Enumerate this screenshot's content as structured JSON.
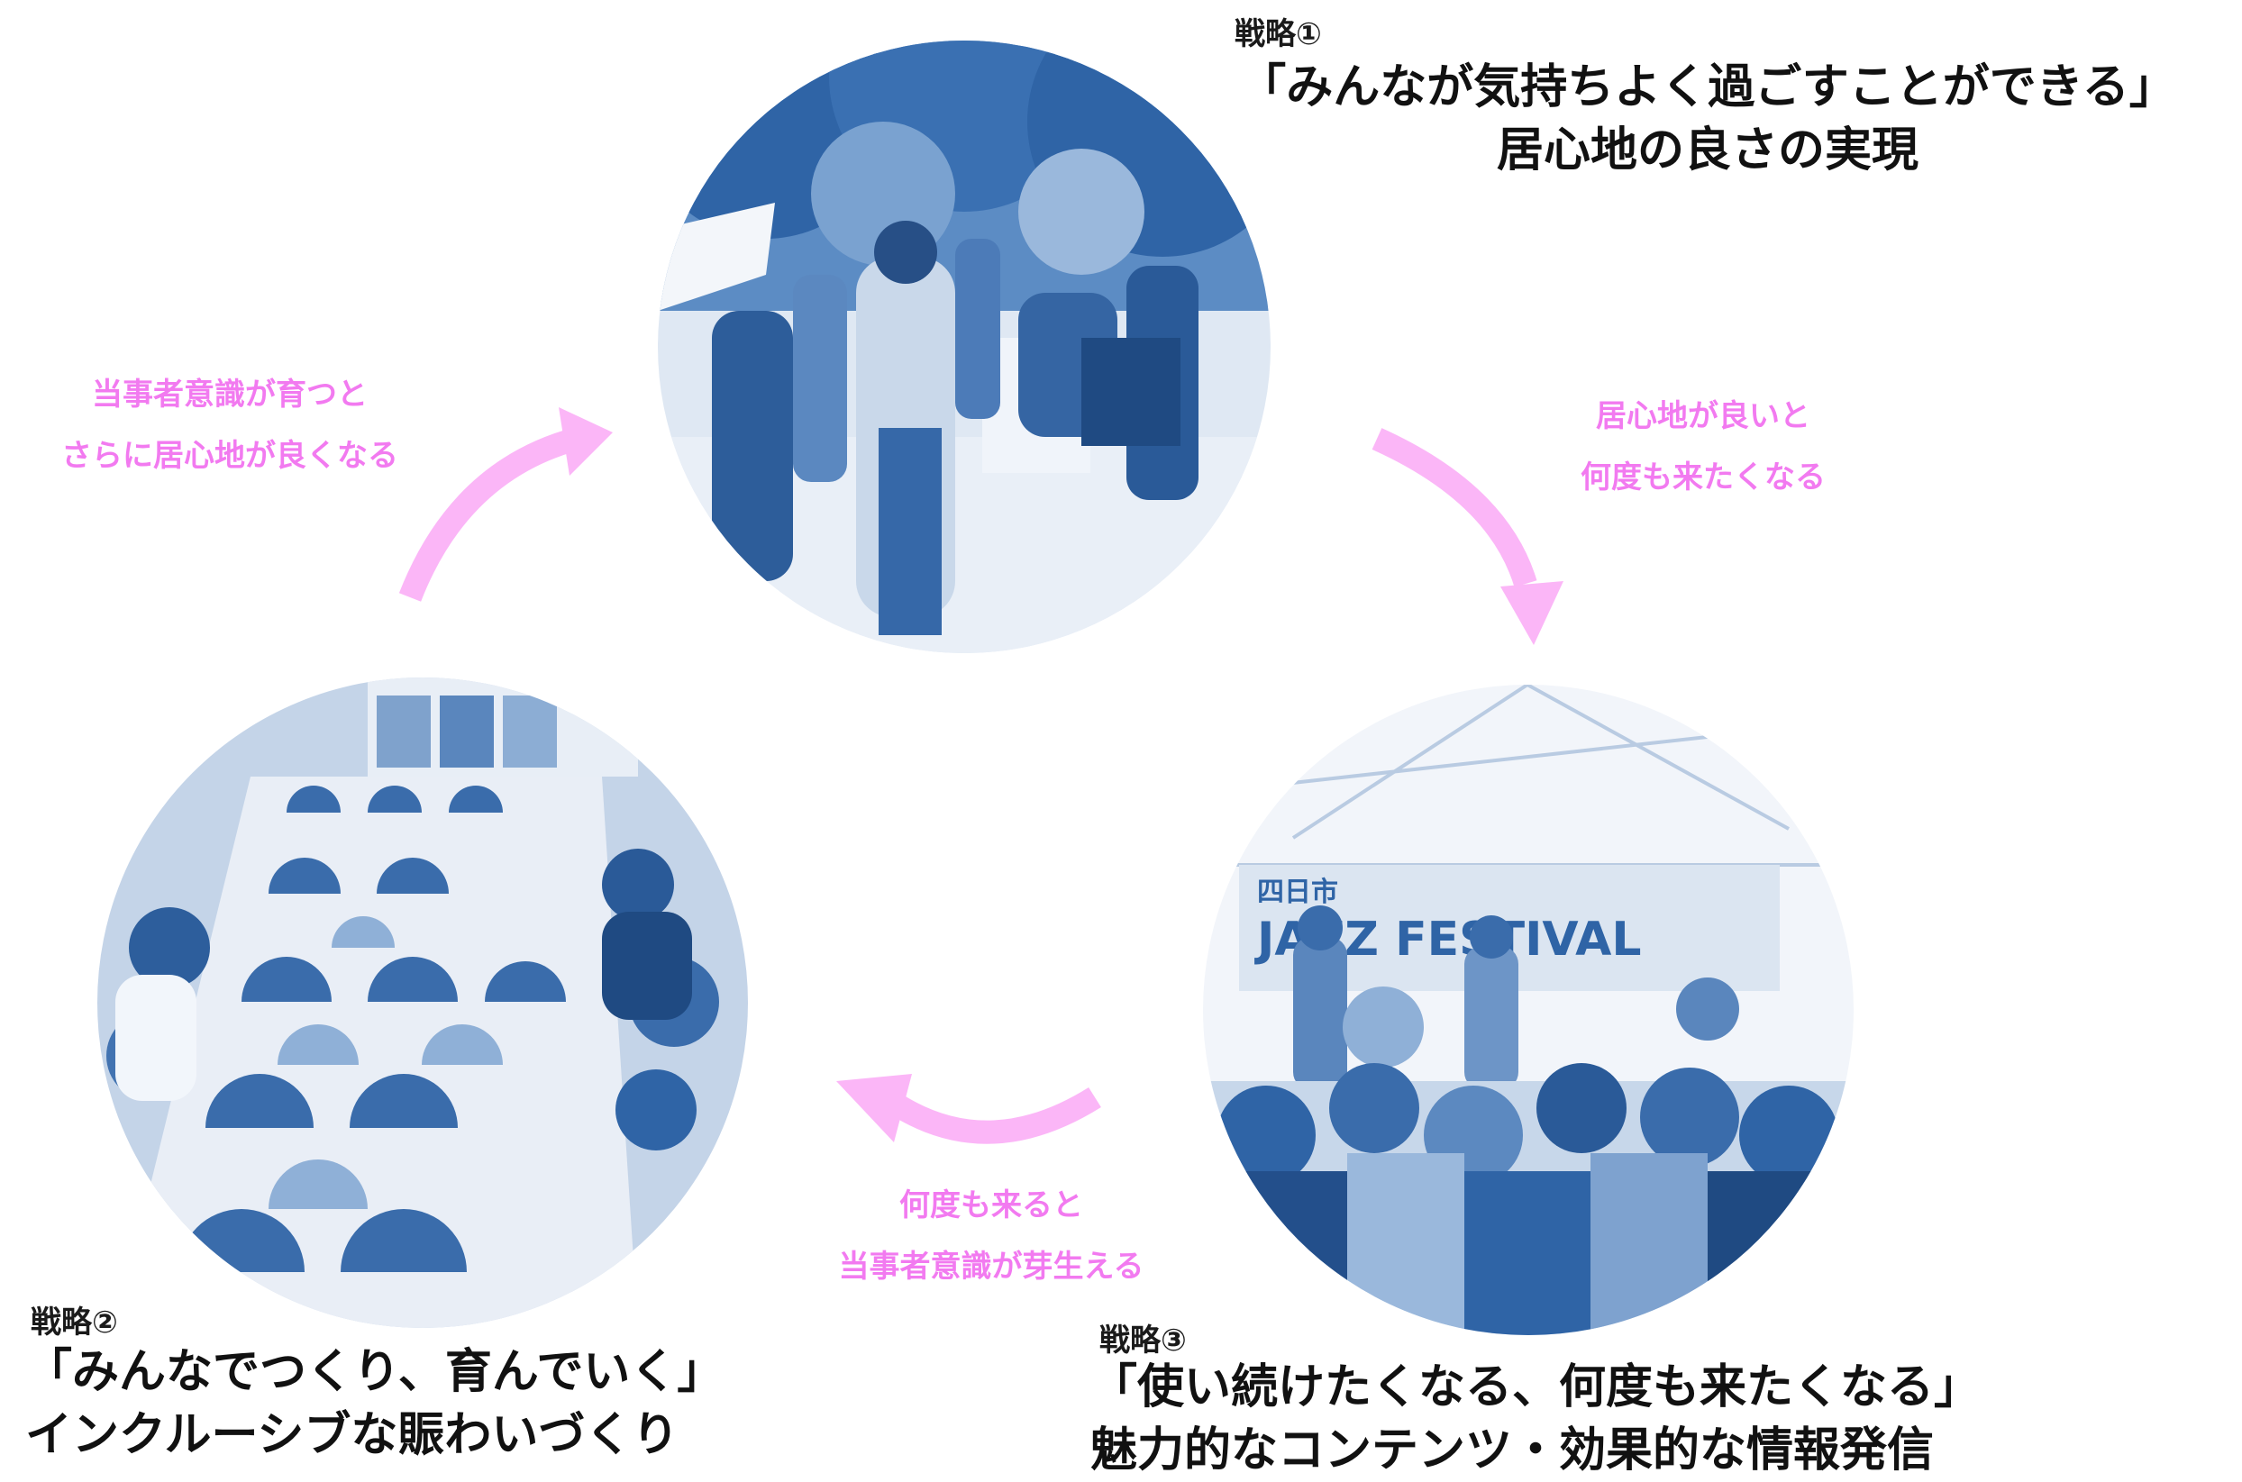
{
  "strategies": [
    {
      "tag": "戦略①",
      "title_line1": "「みんなが気持ちよく過ごすことができる」",
      "title_line2": "居心地の良さの実現"
    },
    {
      "tag": "戦略②",
      "title_line1": "「みんなでつくり、育んでいく」",
      "title_line2": "インクルーシブな賑わいづくり"
    },
    {
      "tag": "戦略③",
      "title_line1": "「使い続けたくなる、何度も来たくなる」",
      "title_line2": "魅力的なコンテンツ・効果的な情報発信"
    }
  ],
  "cycle_captions": {
    "to_strategy1": {
      "line1": "当事者意識が育つと",
      "line2": "さらに居心地が良くなる"
    },
    "to_strategy3": {
      "line1": "居心地が良いと",
      "line2": "何度も来たくなる"
    },
    "to_strategy2": {
      "line1": "何度も来ると",
      "line2": "当事者意識が芽生える"
    }
  },
  "photo3_sign": {
    "line1": "四日市",
    "line2": "JAZZ FESTIVAL"
  },
  "colors": {
    "arrow": "#fbb6f7",
    "caption": "#f27af0",
    "photo_dark": "#2f64a6",
    "photo_light": "#dbe6f3"
  }
}
